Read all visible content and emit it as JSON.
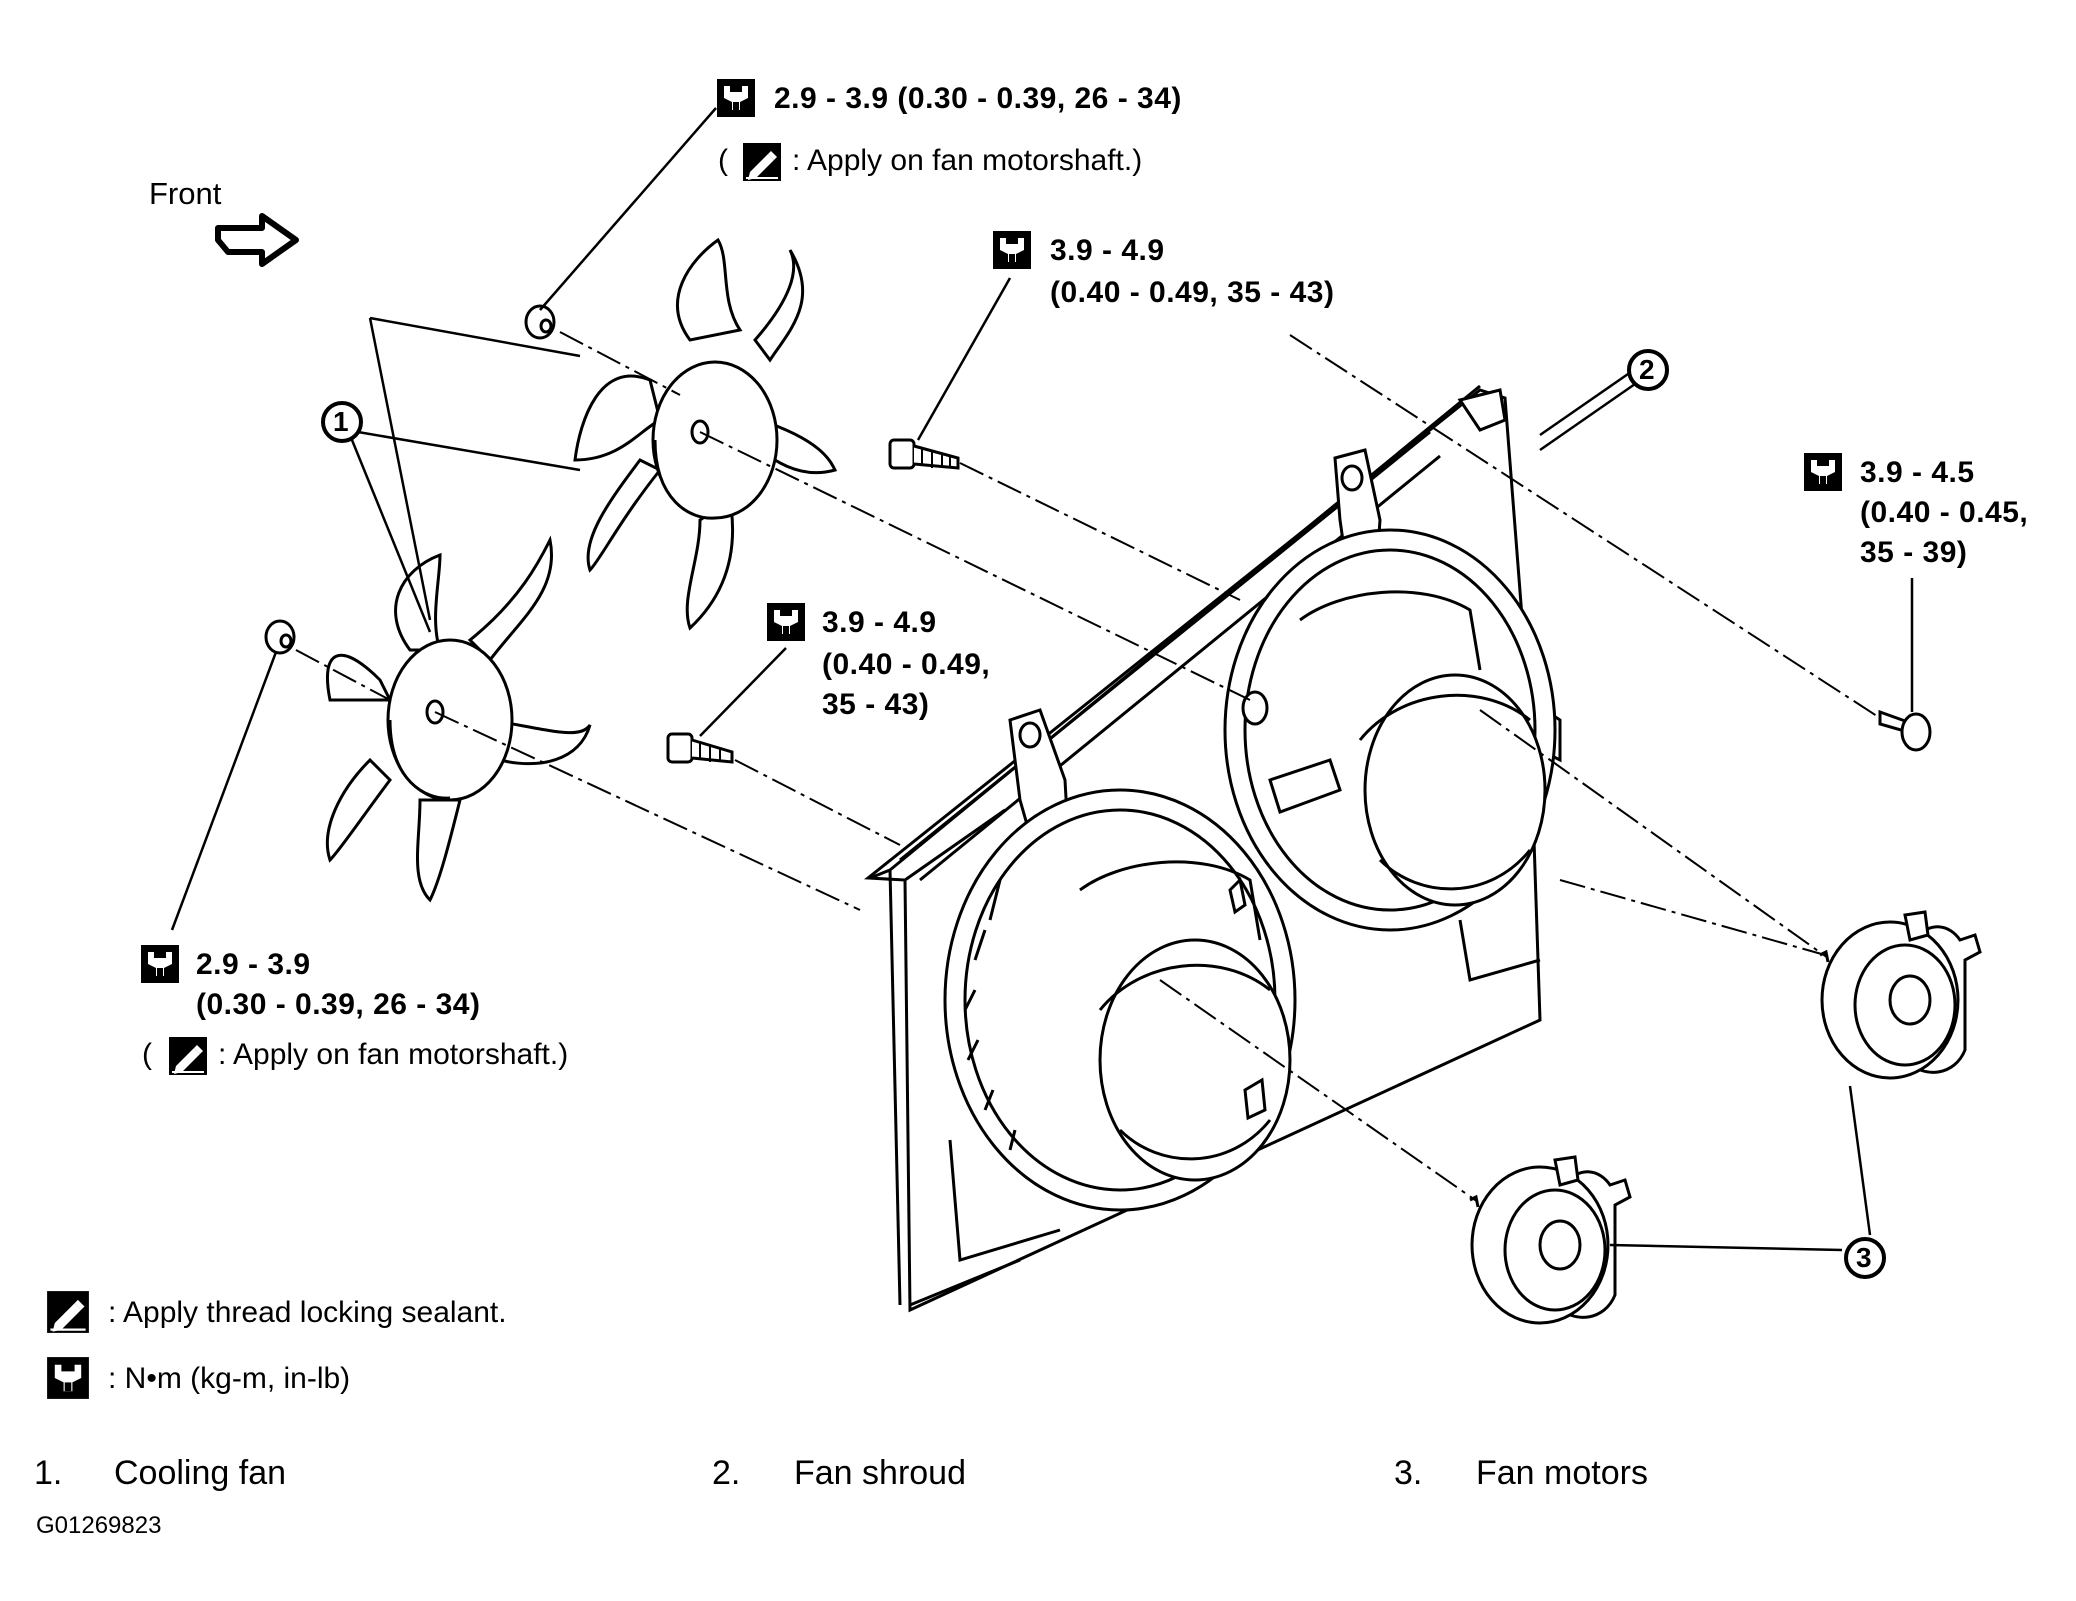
{
  "front_label": "Front",
  "torque_top": {
    "spec": "2.9 - 3.9 (0.30 - 0.39, 26 - 34)",
    "note_open": "(",
    "note_text": ": Apply on fan motorshaft.)"
  },
  "torque_upper_bolt": {
    "line1": "3.9 - 4.9",
    "line2": "(0.40 - 0.49, 35 - 43)"
  },
  "torque_middle_bolt": {
    "line1": "3.9 - 4.9",
    "line2": "(0.40 - 0.49,",
    "line3": "35 - 43)"
  },
  "torque_right": {
    "line1": "3.9 - 4.5",
    "line2": "(0.40 - 0.45,",
    "line3": "35 - 39)"
  },
  "torque_left": {
    "line1": "2.9 - 3.9",
    "line2": "(0.30 - 0.39, 26 - 34)",
    "note_open": "(",
    "note_text": ": Apply on fan motorshaft.)"
  },
  "callouts": {
    "c1": "1",
    "c2": "2",
    "c3": "3"
  },
  "legend": {
    "sealant": ": Apply thread locking sealant.",
    "torque_units": ": N•m (kg-m, in-lb)"
  },
  "captions": [
    {
      "num": "1.",
      "text": "Cooling fan"
    },
    {
      "num": "2.",
      "text": "Fan shroud"
    },
    {
      "num": "3.",
      "text": "Fan motors"
    }
  ],
  "figure_code": "G01269823",
  "icons": [
    "torque-wrench-icon",
    "sealant-icon",
    "front-arrow-icon"
  ]
}
